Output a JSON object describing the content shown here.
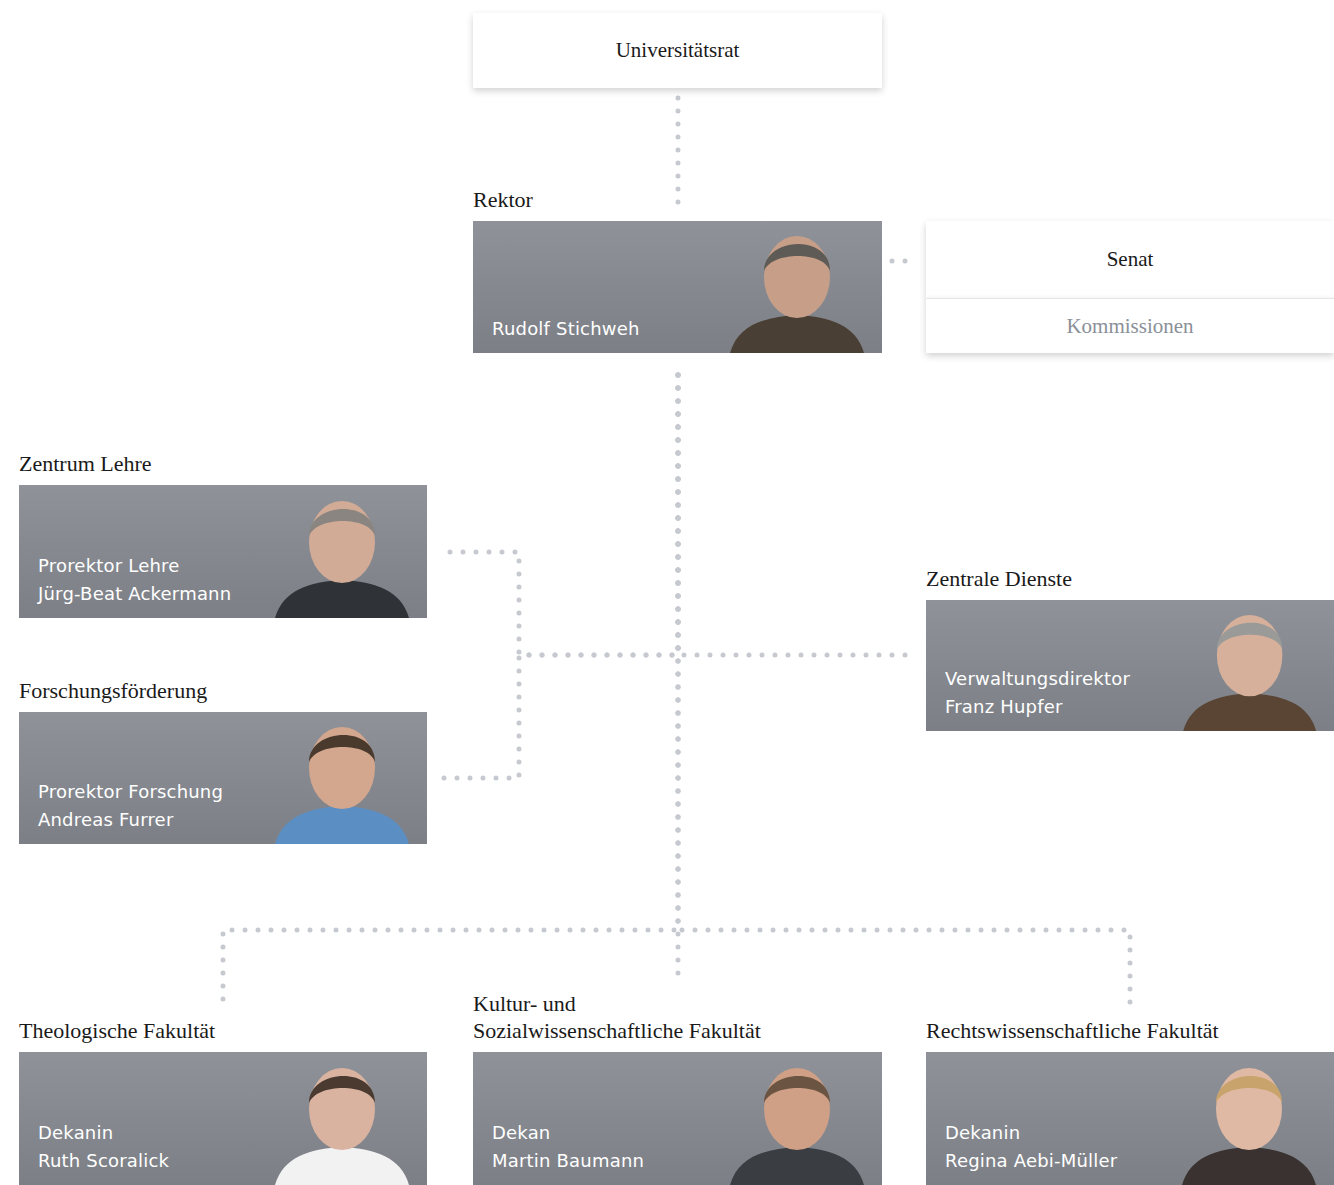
{
  "diagram": {
    "nodes": [
      {
        "text": [
          "Universitätsrat"
        ]
      },
      {
        "text": [
          "Rektor",
          "Rudolf Stichweh"
        ]
      },
      {
        "text": [
          "Senat",
          "Kommissionen"
        ]
      },
      {
        "text": [
          "Zentrum Lehre",
          "Prorektor Lehre",
          "Jürg-Beat Ackermann"
        ]
      },
      {
        "text": [
          "Zentrale Dienste",
          "Verwaltungsdirektor",
          "Franz Hupfer"
        ]
      },
      {
        "text": [
          "Forschungsförderung",
          "Prorektor Forschung",
          "Andreas Furrer"
        ]
      },
      {
        "text": [
          "Theologische Fakultät",
          "Dekanin",
          "Ruth Scoralick"
        ]
      },
      {
        "text": [
          "Kultur- und Sozialwissenschaftliche Fakultät",
          "Dekan",
          "Martin Baumann"
        ]
      },
      {
        "text": [
          "Rechtswissenschaftliche Fakultät",
          "Dekanin",
          "Regina Aebi-Müller"
        ]
      }
    ],
    "edges": [
      {
        "from": 0,
        "to": 1,
        "arrow": "none"
      },
      {
        "from": 1,
        "to": 2,
        "arrow": "none"
      },
      {
        "from": 1,
        "to": 3,
        "arrow": "none"
      },
      {
        "from": 1,
        "to": 5,
        "arrow": "none"
      },
      {
        "from": 1,
        "to": 4,
        "arrow": "none"
      },
      {
        "from": 1,
        "to": 6,
        "arrow": "none"
      },
      {
        "from": 1,
        "to": 7,
        "arrow": "none"
      },
      {
        "from": 1,
        "to": 8,
        "arrow": "none"
      }
    ]
  }
}
